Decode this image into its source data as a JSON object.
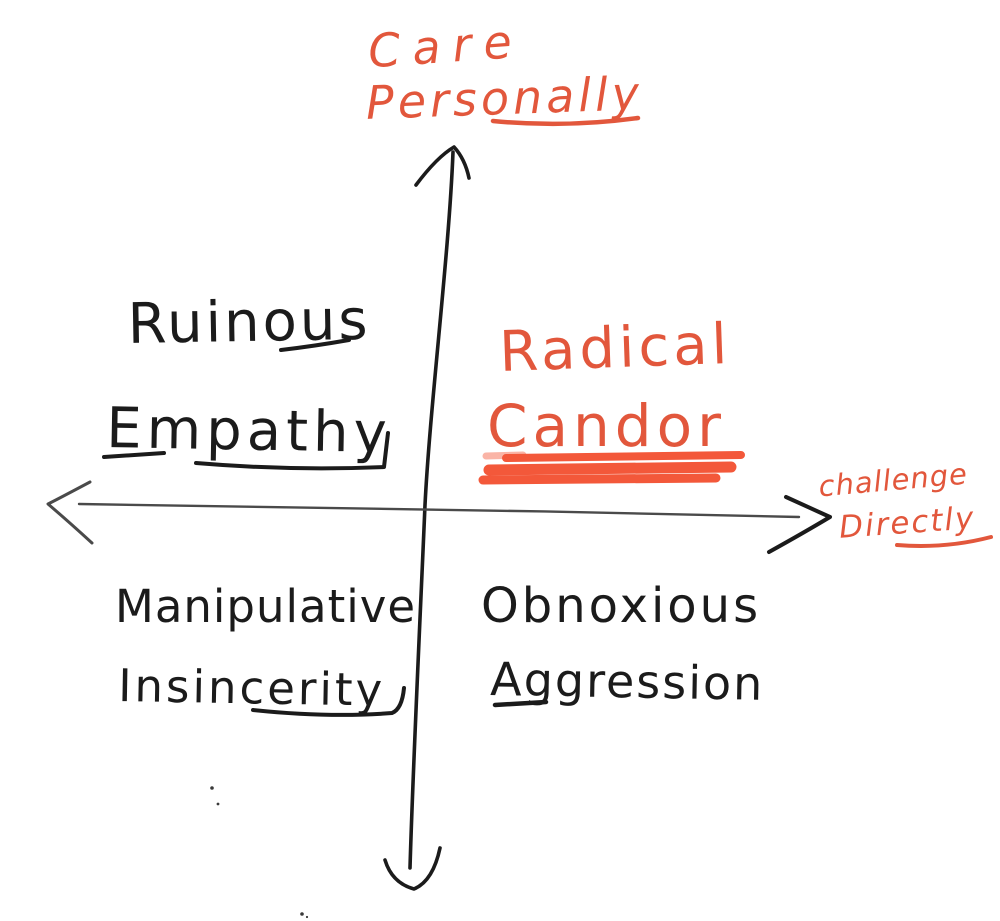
{
  "diagram": {
    "type": "quadrant-diagram",
    "title": "Radical Candor framework (hand-drawn whiteboard sketch)",
    "colors": {
      "background": "#ffffff",
      "ink": "#1b1b1b",
      "accent": "#e2573c",
      "highlight_marker": "#f3583a",
      "axis_line": "#4a4a4a"
    },
    "vertical_axis": {
      "direction": "up-and-down arrow",
      "top_label_line1": "Care",
      "top_label_line2": "Personally",
      "label_color": "#e2573c",
      "label_underlined": true
    },
    "horizontal_axis": {
      "direction": "left-and-right arrow",
      "right_label_line1": "challenge",
      "right_label_line2": "Directly",
      "label_color": "#e2573c",
      "label_underlined": true
    },
    "quadrants": {
      "top_left": {
        "line1": "Ruinous",
        "line2": "Empathy",
        "color": "#1b1b1b",
        "underlined": true
      },
      "top_right": {
        "line1": "Radical",
        "line2": "Candor",
        "color": "#e2573c",
        "highlighted": true,
        "highlight_style": "thick marker scribble underline"
      },
      "bottom_left": {
        "line1": "Manipulative",
        "line2": "Insincerity",
        "color": "#1b1b1b",
        "underlined": true
      },
      "bottom_right": {
        "line1": "Obnoxious",
        "line2": "Aggression",
        "color": "#1b1b1b",
        "underlined": true
      }
    }
  }
}
